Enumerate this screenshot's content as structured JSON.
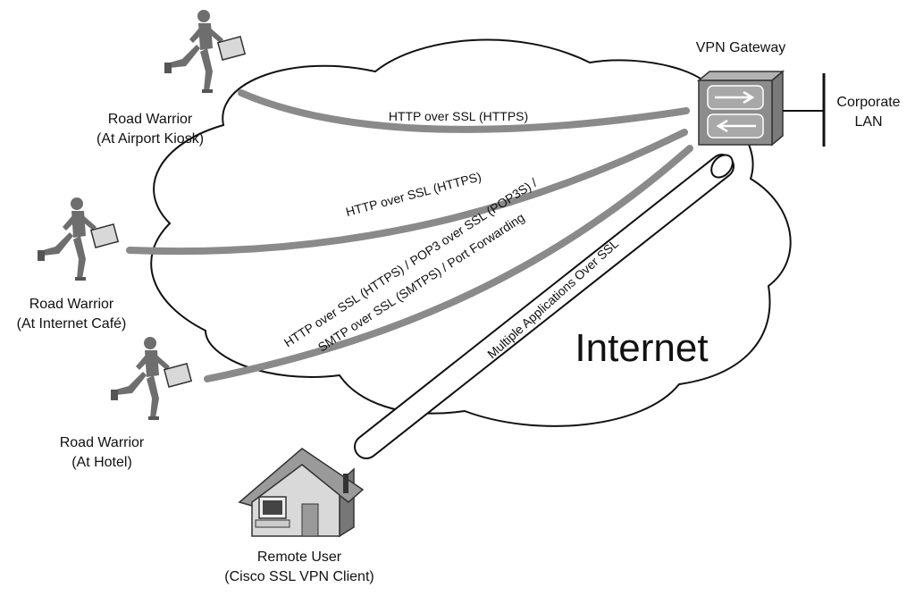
{
  "cloud_label": "Internet",
  "gateway": {
    "label": "VPN Gateway"
  },
  "corporate_lan": {
    "line1": "Corporate",
    "line2": "LAN"
  },
  "users": {
    "airport": {
      "line1": "Road Warrior",
      "line2": "(At Airport Kiosk)"
    },
    "cafe": {
      "line1": "Road Warrior",
      "line2": "(At Internet Café)"
    },
    "hotel": {
      "line1": "Road Warrior",
      "line2": "(At Hotel)"
    },
    "remote": {
      "line1": "Remote User",
      "line2": "(Cisco SSL VPN Client)"
    }
  },
  "links": {
    "airport": "HTTP over SSL (HTTPS)",
    "cafe": "HTTP over SSL (HTTPS)",
    "hotel_line1": "HTTP over SSL (HTTPS) / POP3 over SSL (POP3S) /",
    "hotel_line2": "SMTP over SSL (SMTPS) / Port Forwarding",
    "remote": "Multiple Applications Over SSL"
  },
  "colors": {
    "link": "#8a8a8a",
    "figure": "#6e6e6e",
    "gateway": "#8c8c8c"
  },
  "icons": [
    "person-running-with-briefcase-icon",
    "router-gateway-icon",
    "house-with-computer-icon"
  ]
}
